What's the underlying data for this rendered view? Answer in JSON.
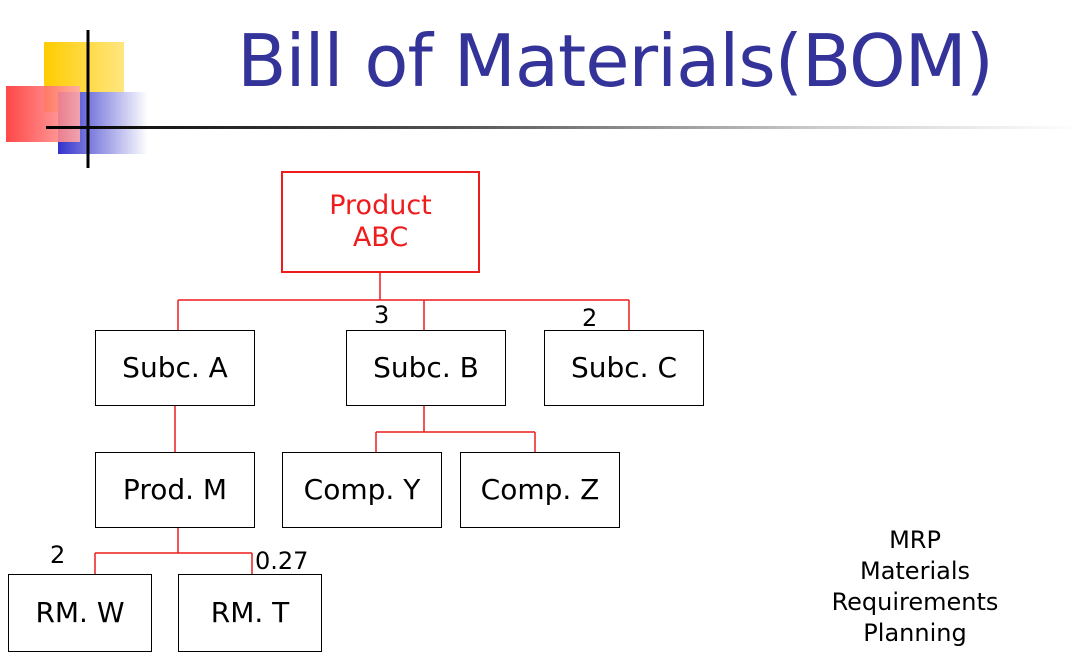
{
  "title": "Bill of Materials(BOM)",
  "colors": {
    "title": "#333399",
    "root": "#ee1c1c",
    "connector": "#ee1c1c"
  },
  "diagram": {
    "root": {
      "line1": "Product",
      "line2": "ABC"
    },
    "level1": [
      "Subc. A",
      "Subc. B",
      "Subc. C"
    ],
    "level2": [
      "Prod. M",
      "Comp. Y",
      "Comp. Z"
    ],
    "level3": [
      "RM. W",
      "RM. T"
    ],
    "quantities": {
      "subc_b": "3",
      "subc_c": "2",
      "rm_w": "2",
      "rm_t": "0.27"
    }
  },
  "note": [
    "MRP",
    "Materials",
    "Requirements",
    "Planning"
  ]
}
